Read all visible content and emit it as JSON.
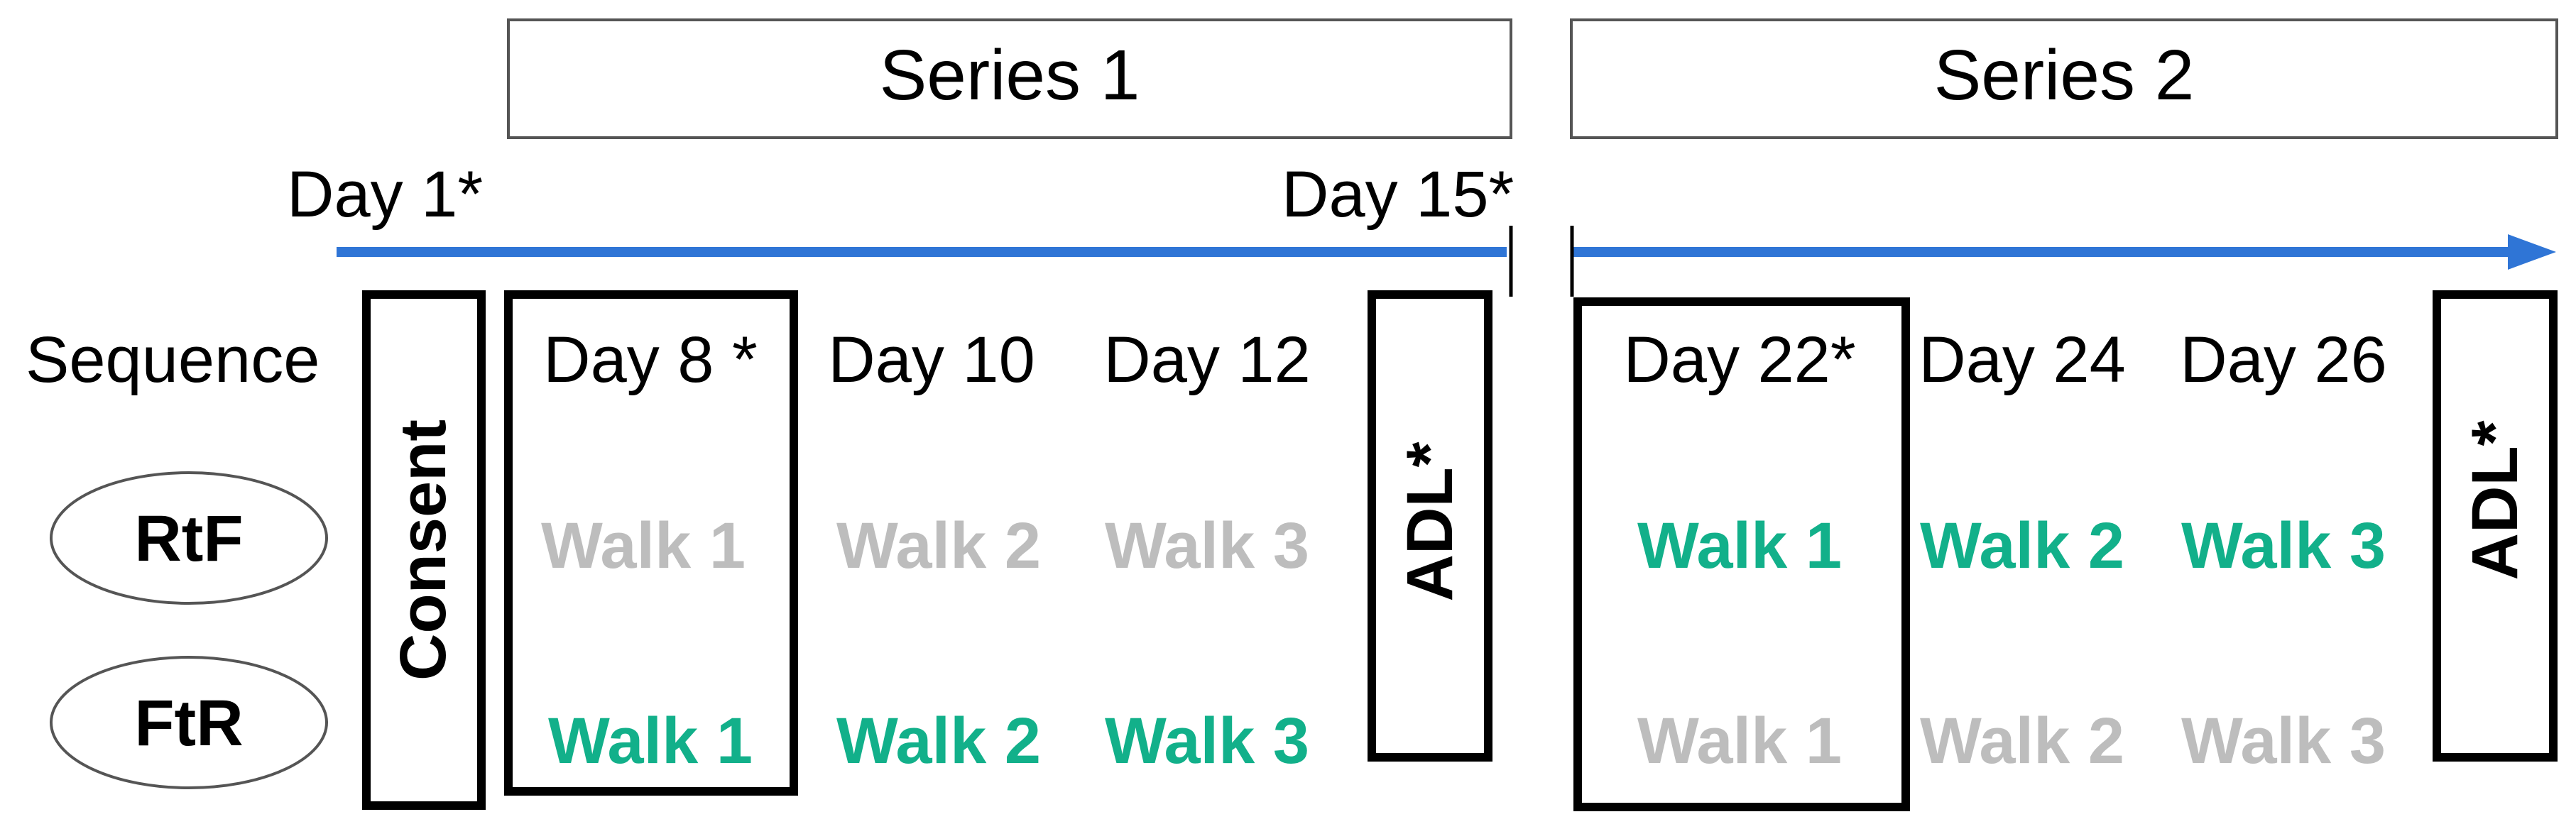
{
  "series": [
    {
      "label": "Series 1"
    },
    {
      "label": "Series 2"
    }
  ],
  "timeline": {
    "start_label": "Day 1*",
    "end_label": "Day 15*",
    "arrow_color": "#2F75D6"
  },
  "row_header": "Sequence",
  "groups": [
    {
      "label": "RtF"
    },
    {
      "label": "FtR"
    }
  ],
  "consent_label": "Consent",
  "adl_label": "ADL*",
  "series1_days": [
    "Day 8 *",
    "Day 10",
    "Day 12"
  ],
  "series2_days": [
    "Day 22*",
    "Day 24",
    "Day 26"
  ],
  "walk_labels": [
    "Walk 1",
    "Walk 2",
    "Walk 3"
  ],
  "colors": {
    "active": "#12B08A",
    "inactive": "#BDBDBD"
  }
}
